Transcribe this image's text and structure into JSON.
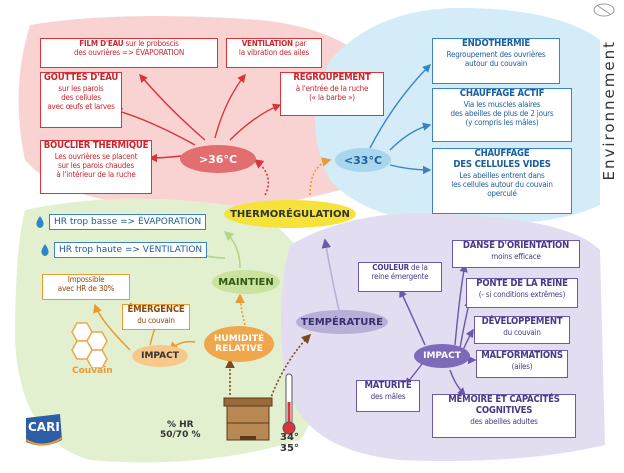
{
  "side_title": "Environnement",
  "center": "THERMORÉGULATION",
  "hot": {
    "label": ">36°C",
    "film": {
      "title": "FILM D'EAU",
      "rest": " sur le proboscis",
      "line2": "des ouvrières => ÉVAPORATION"
    },
    "ventilation": {
      "title": "VENTILATION",
      "rest": " par",
      "line2": "la vibration des ailes"
    },
    "gouttes": {
      "title": "GOUTTES D'EAU",
      "l1": "sur les parois",
      "l2": "des cellules",
      "l3": "avec œufs et larves"
    },
    "regroupement": {
      "title": "REGROUPEMENT",
      "l1": "à l'entrée de la ruche",
      "l2": "(« la barbe »)"
    },
    "bouclier": {
      "title": "BOUCLIER THERMIQUE",
      "l1": "Les ouvrières se placent",
      "l2": "sur les parois chaudes",
      "l3": "à l'intérieur de la ruche"
    }
  },
  "cold": {
    "label": "<33°C",
    "endothermie": {
      "title": "ENDOTHERMIE",
      "l1": "Regroupement des ouvrières",
      "l2": "autour du couvain"
    },
    "chauffage_actif": {
      "title": "CHAUFFAGE ACTIF",
      "l1": "Via les muscles alaires",
      "l2": "des abeilles de plus de 2 jours",
      "l3": "(y compris les mâles)"
    },
    "chauffage_cellules": {
      "title": "CHAUFFAGE",
      "title2": "DES CELLULES VIDES",
      "l1": "Les abeilles entrent dans",
      "l2": "les cellules autour du couvain",
      "l3": "operculé"
    }
  },
  "humidity": {
    "hr_low": "HR trop basse => ÉVAPORATION",
    "hr_high": "HR trop haute => VENTILATION",
    "maintien": "MAINTIEN",
    "impossible": {
      "l1": "Impossible",
      "l2": "avec HR de 30%"
    },
    "emergence": {
      "title": "ÉMERGENCE",
      "sub": "du couvain"
    },
    "impact": "IMPACT",
    "relative": {
      "l1": "HUMIDITÉ",
      "l2": "RELATIVE"
    },
    "couvain": "Couvain",
    "hr_value": {
      "l1": "% HR",
      "l2": "50/70 %"
    }
  },
  "temperature": {
    "label": "TEMPÉRATURE",
    "impact": "IMPACT",
    "couleur": {
      "title": "COULEUR",
      "rest": " de la",
      "l2": "reine émergente"
    },
    "danse": {
      "title": "DANSE D'ORIENTATION",
      "sub": "moins efficace"
    },
    "ponte": {
      "title": "PONTE DE LA REINE",
      "sub": "(- si conditions extrêmes)"
    },
    "developpement": {
      "title": "DÉVELOPPEMENT",
      "sub": "du couvain"
    },
    "malformations": {
      "title": "MALFORMATIONS",
      "sub": "(ailes)"
    },
    "maturite": {
      "title": "MATURITÉ",
      "sub": "des mâles"
    },
    "memoire": {
      "title": "MÉMOIRE ET CAPACITÉS",
      "title2": "COGNITIVES",
      "sub": "des abeilles adultes"
    },
    "thermo": {
      "l1": "34°",
      "l2": "35°"
    }
  },
  "logo": "CARI",
  "colors": {
    "red": "#d9343b",
    "blue": "#3a84c4",
    "purple": "#6c57a8",
    "yellow": "#f5e33a",
    "green": "#86b94a",
    "orange": "#e89a33"
  }
}
